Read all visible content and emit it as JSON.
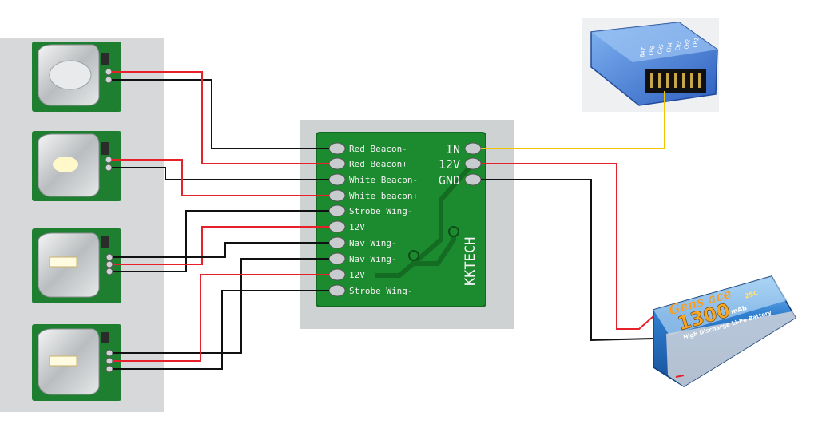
{
  "board": {
    "left_labels": [
      "Red Beacon-",
      "Red Beacon+",
      "White Beacon-",
      "White beacon+",
      "Strobe Wing-",
      "12V",
      "Nav Wing-",
      "Nav Wing-",
      "12V",
      "Strobe Wing-"
    ],
    "right_labels": [
      "IN",
      "12V",
      "GND"
    ],
    "brand": "KKTECH"
  },
  "battery": {
    "brand": "Gens ace",
    "capacity": "1300",
    "unit": "mAh",
    "rating": "25C",
    "subtitle": "High Discharge Li-Po Battery"
  },
  "receiver": {
    "channels": [
      "CH1",
      "CH2",
      "CH3",
      "CH4",
      "CH5",
      "CH6",
      "BAT"
    ]
  },
  "leds": [
    {
      "id": "red-beacon",
      "lens": "clear"
    },
    {
      "id": "white-beacon",
      "lens": "white"
    },
    {
      "id": "strobe-wing",
      "lens": "white"
    },
    {
      "id": "nav-wing",
      "lens": "white"
    }
  ],
  "colors": {
    "pcb": "#1c8a2e",
    "wire_red": "#e8202a",
    "wire_black": "#111111",
    "wire_signal": "#f0c400",
    "background_panel": "#d6d8da"
  }
}
